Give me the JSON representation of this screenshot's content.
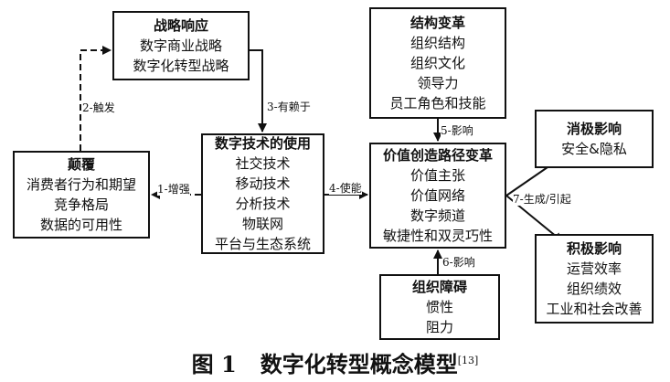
{
  "boxes": {
    "strategy": {
      "title": "战略响应",
      "items": [
        "数字商业战略",
        "数字化转型战略"
      ]
    },
    "tech": {
      "title": "数字技术的使用",
      "items": [
        "社交技术",
        "移动技术",
        "分析技术",
        "物联网",
        "平台与生态系统"
      ]
    },
    "disrupt": {
      "title": "颠覆",
      "items": [
        "消费者行为和期望",
        "竞争格局",
        "数据的可用性"
      ]
    },
    "structure": {
      "title": "结构变革",
      "items": [
        "组织结构",
        "组织文化",
        "领导力",
        "员工角色和技能"
      ]
    },
    "value": {
      "title": "价值创造路径变革",
      "items": [
        "价值主张",
        "价值网络",
        "数字频道",
        "敏捷性和双灵巧性"
      ]
    },
    "barrier": {
      "title": "组织障碍",
      "items": [
        "惯性",
        "阻力"
      ]
    },
    "negative": {
      "title": "消极影响",
      "items": [
        "安全&隐私"
      ]
    },
    "positive": {
      "title": "积极影响",
      "items": [
        "运营效率",
        "组织绩效",
        "工业和社会改善"
      ]
    }
  },
  "edges": [
    {
      "id": "e1",
      "label": "1-增强",
      "from": "tech",
      "to": "disrupt",
      "style": "dashed"
    },
    {
      "id": "e2",
      "label": "2-触发",
      "from": "disrupt",
      "to": "strategy",
      "style": "dashed"
    },
    {
      "id": "e3",
      "label": "3-有赖于",
      "from": "strategy",
      "to": "tech",
      "style": "solid"
    },
    {
      "id": "e4",
      "label": "4-使能",
      "from": "tech",
      "to": "value",
      "style": "solid"
    },
    {
      "id": "e5",
      "label": "5-影响",
      "from": "structure",
      "to": "value",
      "style": "solid"
    },
    {
      "id": "e6",
      "label": "6-影响",
      "from": "barrier",
      "to": "value",
      "style": "solid"
    },
    {
      "id": "e7",
      "label": "7-生成/引起",
      "from": "value",
      "to": "negative/positive",
      "style": "solid"
    }
  ],
  "caption": {
    "number": "图 1",
    "title": "数字化转型概念模型",
    "ref": "[13]"
  }
}
